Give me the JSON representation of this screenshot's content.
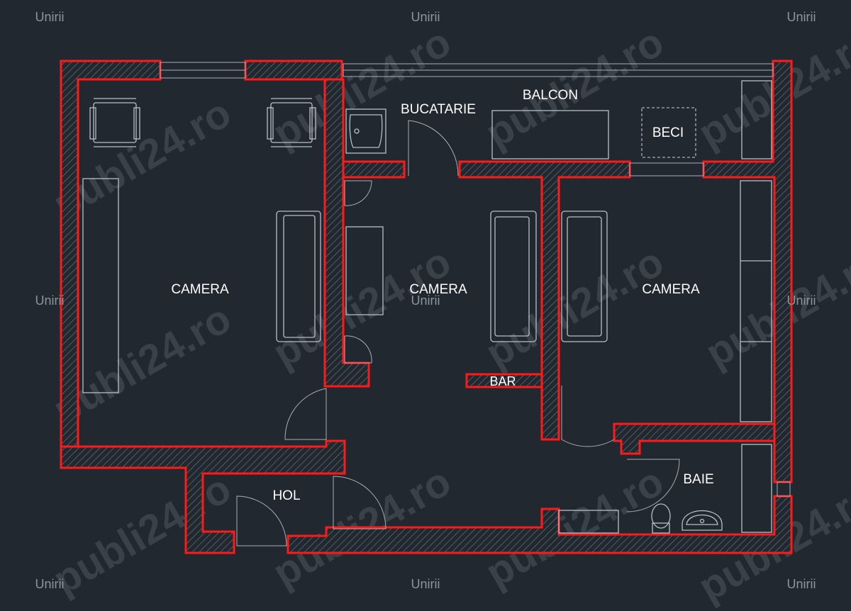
{
  "rooms": {
    "balcon": "BALCON",
    "bucatarie": "BUCATARIE",
    "beci": "BECI",
    "camera_left": "CAMERA",
    "camera_center": "CAMERA",
    "camera_right": "CAMERA",
    "bar": "BAR",
    "hol": "HOL",
    "baie": "BAIE"
  },
  "watermark": {
    "location": "Unirii",
    "logo": "publi24.ro"
  },
  "colors": {
    "background": "#222830",
    "wall_outline": "#ff1a1a",
    "furniture": "#b9bec6",
    "label": "#ffffff"
  }
}
